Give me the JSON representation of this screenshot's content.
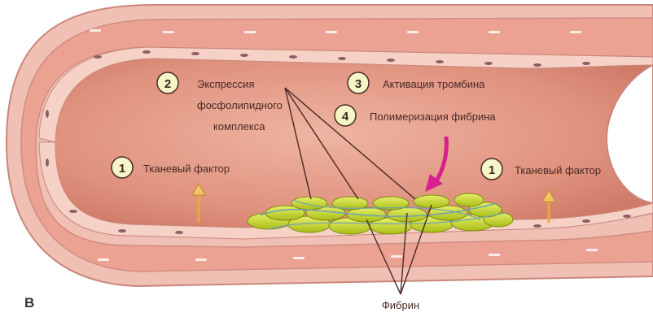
{
  "panel_letter": "В",
  "labels": {
    "tissue_factor_left": {
      "num": "1",
      "text": "Тканевый фактор"
    },
    "tissue_factor_right": {
      "num": "1",
      "text": "Тканевый фактор"
    },
    "expression": {
      "num": "2",
      "lines": [
        "Экспрессия",
        "фосфолипидного",
        "комплекса"
      ]
    },
    "thrombin": {
      "num": "3",
      "text": "Активация тромбина"
    },
    "fibrin_polymerization": {
      "num": "4",
      "text": "Полимеризация фибрина"
    },
    "fibrin": "Фибрин"
  },
  "colors": {
    "lumen": "#d98c78",
    "wall": "#efb1a3",
    "endothelium": "#f3c3b6",
    "cell_nucleus": "#8f5d65",
    "clot": "#b4c81c",
    "clot_highlight": "#e1eb57",
    "magenta_arrow": "#d6208c",
    "orange_arrow": "#e9a93a",
    "circle_fill": "#f6f5c8",
    "line": "#4a2a26"
  },
  "icons": [
    "orange-arrow-icon",
    "magenta-arrow-icon"
  ]
}
